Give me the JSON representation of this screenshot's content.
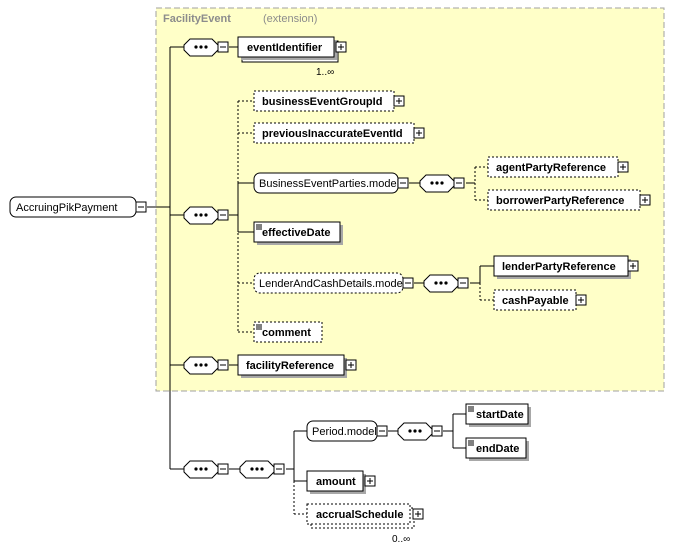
{
  "group": {
    "title": "FacilityEvent",
    "subtitle": "(extension)"
  },
  "root": {
    "label": "AccruingPikPayment"
  },
  "elements": {
    "eventIdentifier": {
      "label": "eventIdentifier",
      "cardinality": "1..∞"
    },
    "businessEventGroupId": {
      "label": "businessEventGroupId"
    },
    "previousInaccurateEventId": {
      "label": "previousInaccurateEventId"
    },
    "businessEventPartiesModel": {
      "label": "BusinessEventParties.model"
    },
    "agentPartyReference": {
      "label": "agentPartyReference"
    },
    "borrowerPartyReference": {
      "label": "borrowerPartyReference"
    },
    "effectiveDate": {
      "label": "effectiveDate"
    },
    "lenderAndCashDetailsModel": {
      "label": "LenderAndCashDetails.model"
    },
    "lenderPartyReference": {
      "label": "lenderPartyReference"
    },
    "cashPayable": {
      "label": "cashPayable"
    },
    "comment": {
      "label": "comment"
    },
    "facilityReference": {
      "label": "facilityReference"
    },
    "periodModel": {
      "label": "Period.model"
    },
    "startDate": {
      "label": "startDate"
    },
    "endDate": {
      "label": "endDate"
    },
    "amount": {
      "label": "amount"
    },
    "accrualSchedule": {
      "label": "accrualSchedule",
      "cardinality": "0..∞"
    }
  },
  "colors": {
    "group_fill": "#ffffc8",
    "group_border": "#a0a0a0",
    "group_title": "#8c8c8c"
  }
}
